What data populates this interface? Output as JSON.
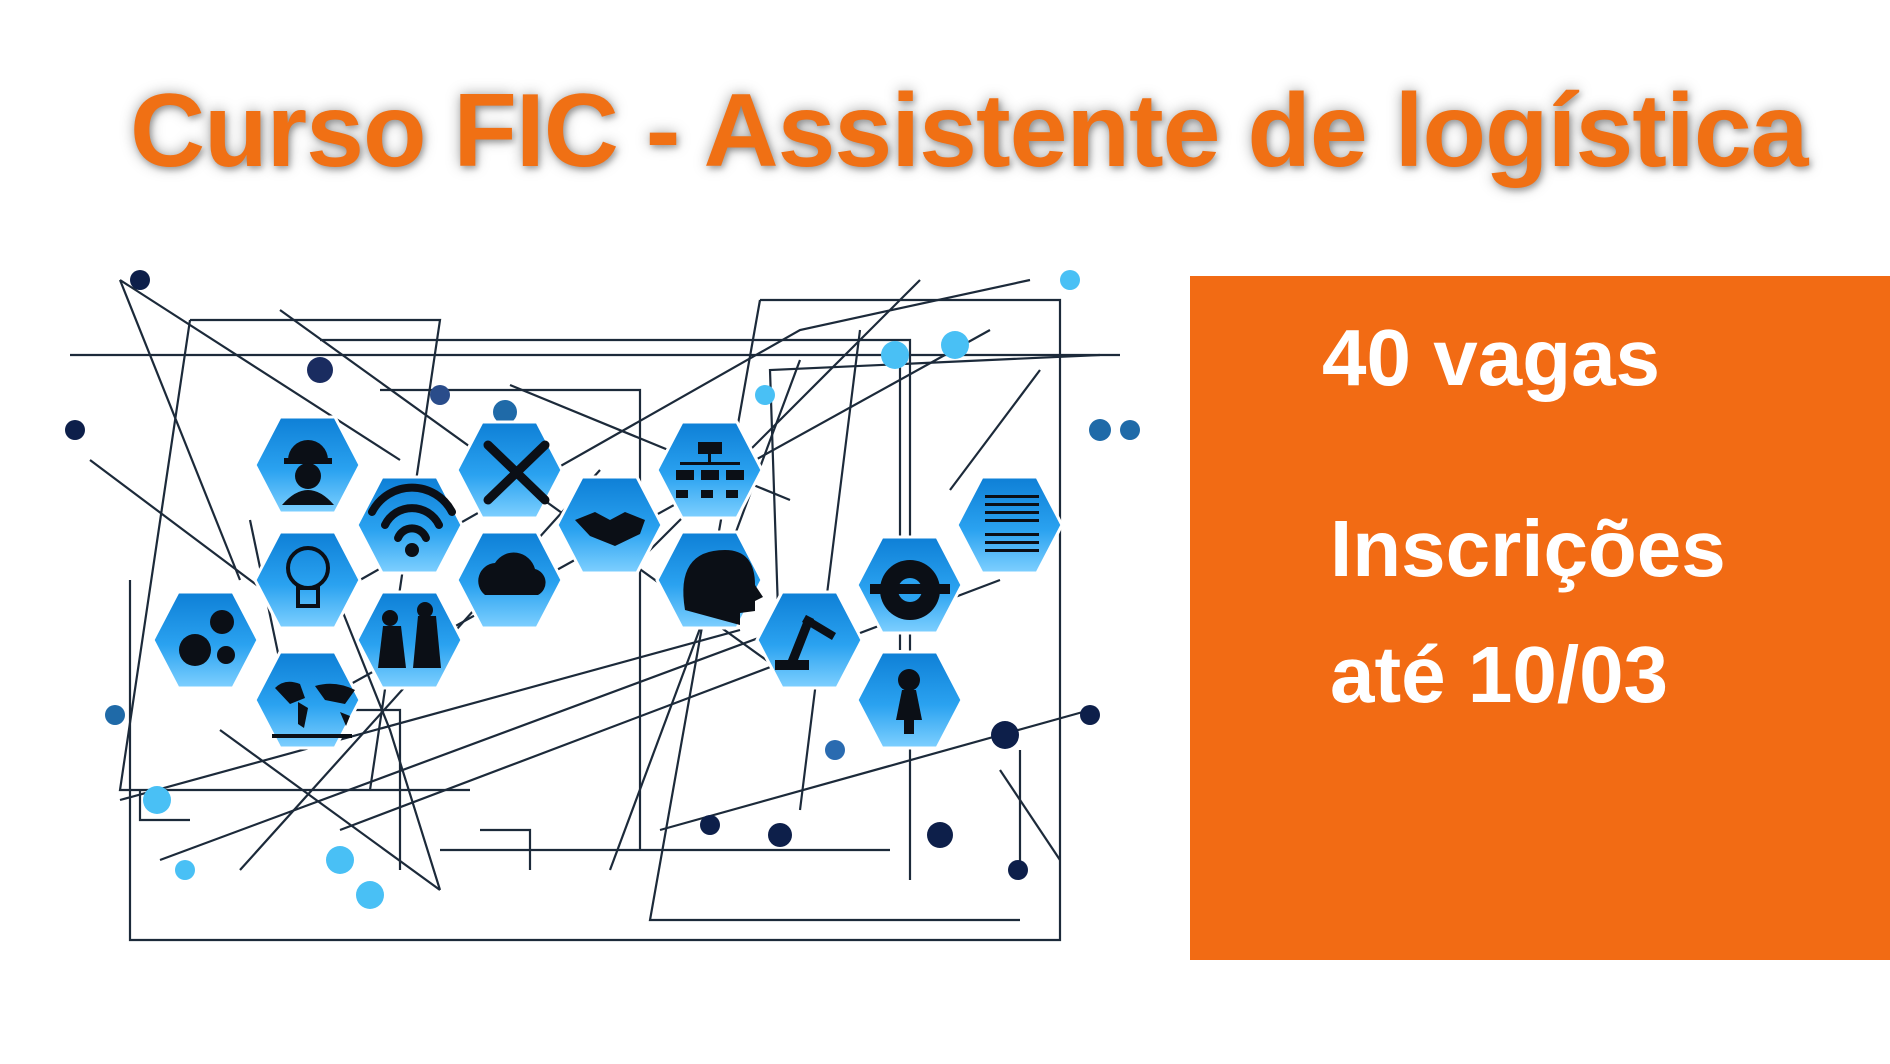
{
  "header": {
    "title": "Curso FIC - Assistente de logística"
  },
  "panel": {
    "vacancies": "40 vagas",
    "deadline_line1": "Inscrições",
    "deadline_line2": "até 10/03"
  },
  "illustration": {
    "icons": [
      "worker-icon",
      "wifi-icon",
      "tools-icon",
      "handshake-icon",
      "org-chart-icon",
      "binary-icon",
      "lightbulb-icon",
      "cloud-icon",
      "brain-gears-icon",
      "service-gear-icon",
      "gears-icon",
      "meeting-icon",
      "robot-arm-icon",
      "world-map-icon",
      "courier-icon"
    ]
  },
  "colors": {
    "accent": "#f26b14",
    "title": "#f07014",
    "hex_blue": "#1a94e8",
    "line": "#1c2a3a"
  }
}
